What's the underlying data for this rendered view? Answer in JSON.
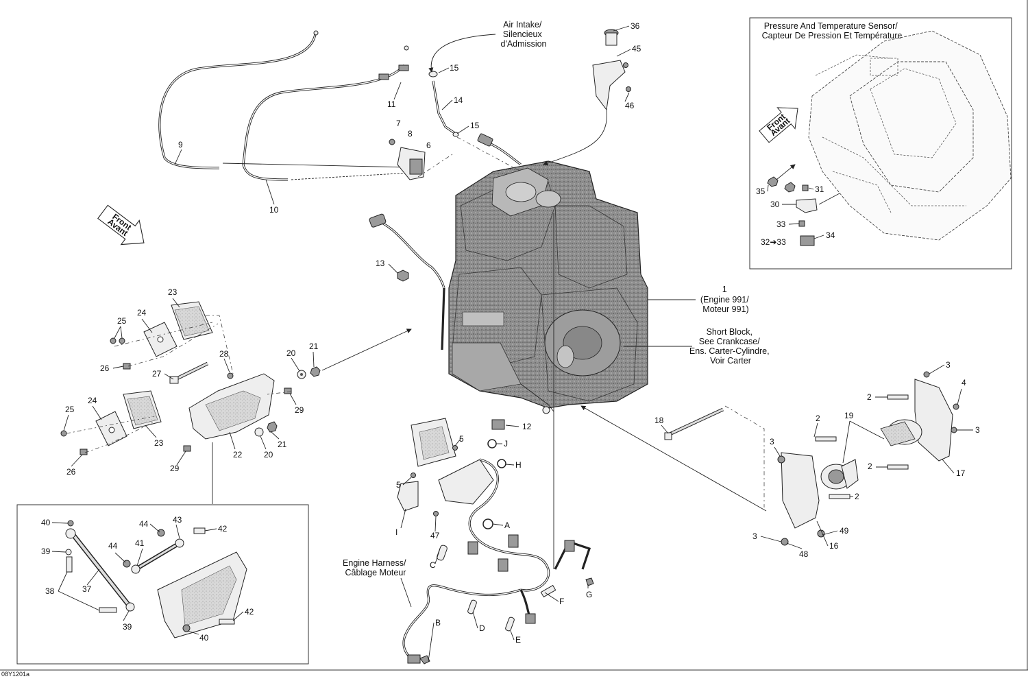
{
  "image_code": "08Y1201a",
  "front_indicator": {
    "line1": "Front",
    "line2": "Avant"
  },
  "inset_sensor": {
    "title_line1": "Pressure And Temperature Sensor/",
    "title_line2": "Capteur De Pression Et Température"
  },
  "captions": {
    "air_intake": [
      "Air Intake/",
      "Silencieux",
      "d'Admission"
    ],
    "engine": [
      "1",
      "(Engine 991/",
      "Moteur 991)"
    ],
    "short_block": [
      "Short Block,",
      "See Crankcase/",
      "Ens. Carter-Cylindre,",
      "Voir Carter"
    ],
    "harness": [
      "Engine Harness/",
      "Câblage Moteur"
    ]
  },
  "callouts": {
    "n2": "2",
    "n3": "3",
    "n4": "4",
    "n5": "5",
    "n6": "6",
    "n7": "7",
    "n8": "8",
    "n9": "9",
    "n10": "10",
    "n11": "11",
    "n12": "12",
    "n13": "13",
    "n14": "14",
    "n15": "15",
    "n16": "16",
    "n17": "17",
    "n18": "18",
    "n19": "19",
    "n20": "20",
    "n21": "21",
    "n22": "22",
    "n23": "23",
    "n24": "24",
    "n25": "25",
    "n26": "26",
    "n27": "27",
    "n28": "28",
    "n29": "29",
    "n30": "30",
    "n31": "31",
    "n32_33": "32➔33",
    "n33": "33",
    "n34": "34",
    "n35": "35",
    "n36": "36",
    "n37": "37",
    "n38": "38",
    "n39": "39",
    "n40": "40",
    "n41": "41",
    "n42": "42",
    "n43": "43",
    "n44": "44",
    "n45": "45",
    "n46": "46",
    "n47": "47",
    "n48": "48",
    "n49": "49",
    "A": "A",
    "B": "B",
    "C": "C",
    "D": "D",
    "E": "E",
    "F": "F",
    "G": "G",
    "H": "H",
    "I": "I",
    "J": "J"
  }
}
